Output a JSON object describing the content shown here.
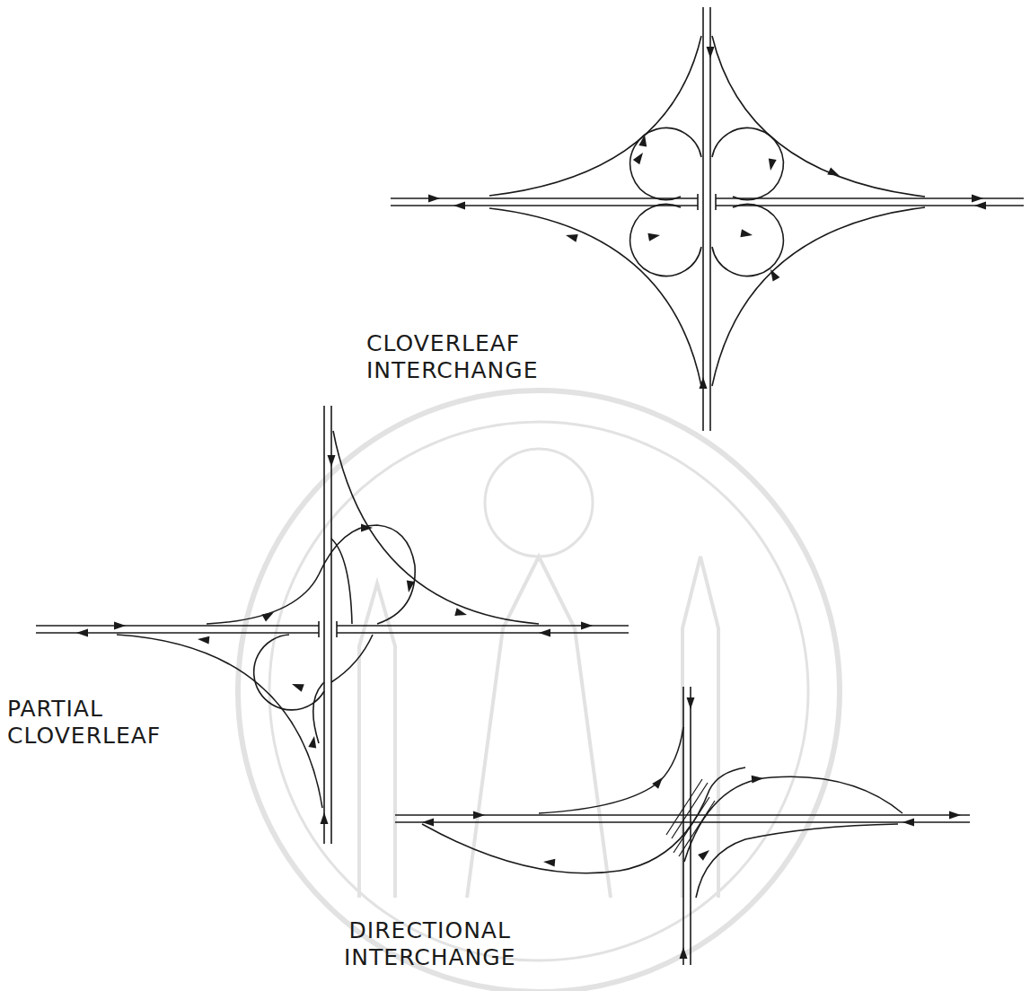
{
  "diagram": {
    "labels": [
      "CLOVERLEAF INTERCHANGE",
      "PARTIAL CLOVERLEAF",
      "DIRECTIONAL INTERCHANGE"
    ]
  }
}
